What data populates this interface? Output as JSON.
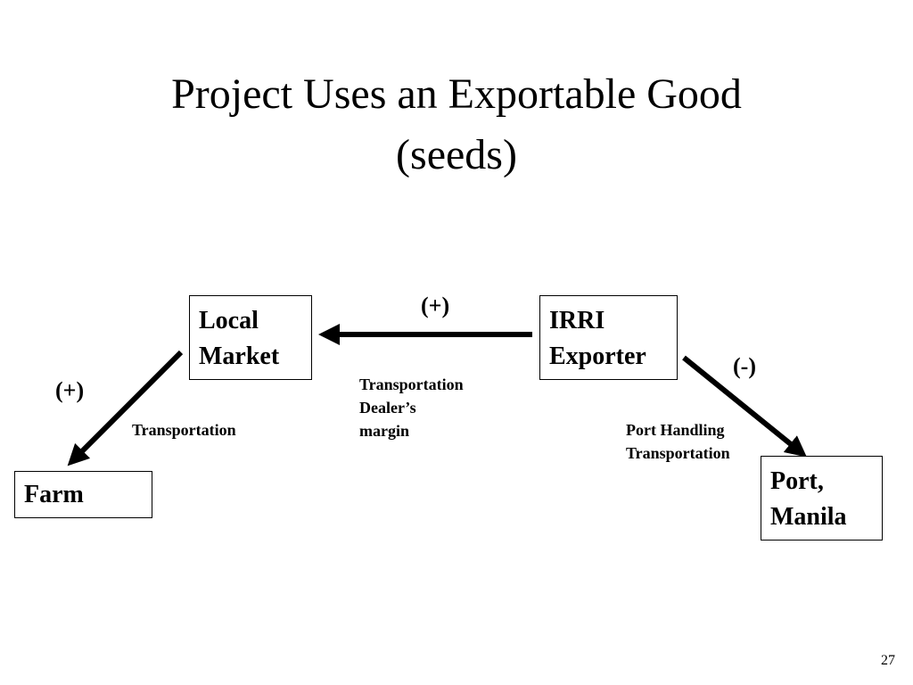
{
  "title": {
    "line1": "Project Uses an Exportable Good",
    "line2": "(seeds)"
  },
  "nodes": {
    "local_market": [
      "Local",
      "Market"
    ],
    "irri_exporter": [
      "IRRI",
      "Exporter"
    ],
    "farm": [
      "Farm"
    ],
    "port_manila": [
      "Port,",
      "Manila"
    ]
  },
  "signs": {
    "top": "(+)",
    "left": "(+)",
    "right": "(-)"
  },
  "notes": {
    "middle": [
      "Transportation",
      "Dealer’s",
      "margin"
    ],
    "left": [
      "Transportation"
    ],
    "right": [
      "Port Handling",
      "Transportation"
    ]
  },
  "page_number": "27"
}
